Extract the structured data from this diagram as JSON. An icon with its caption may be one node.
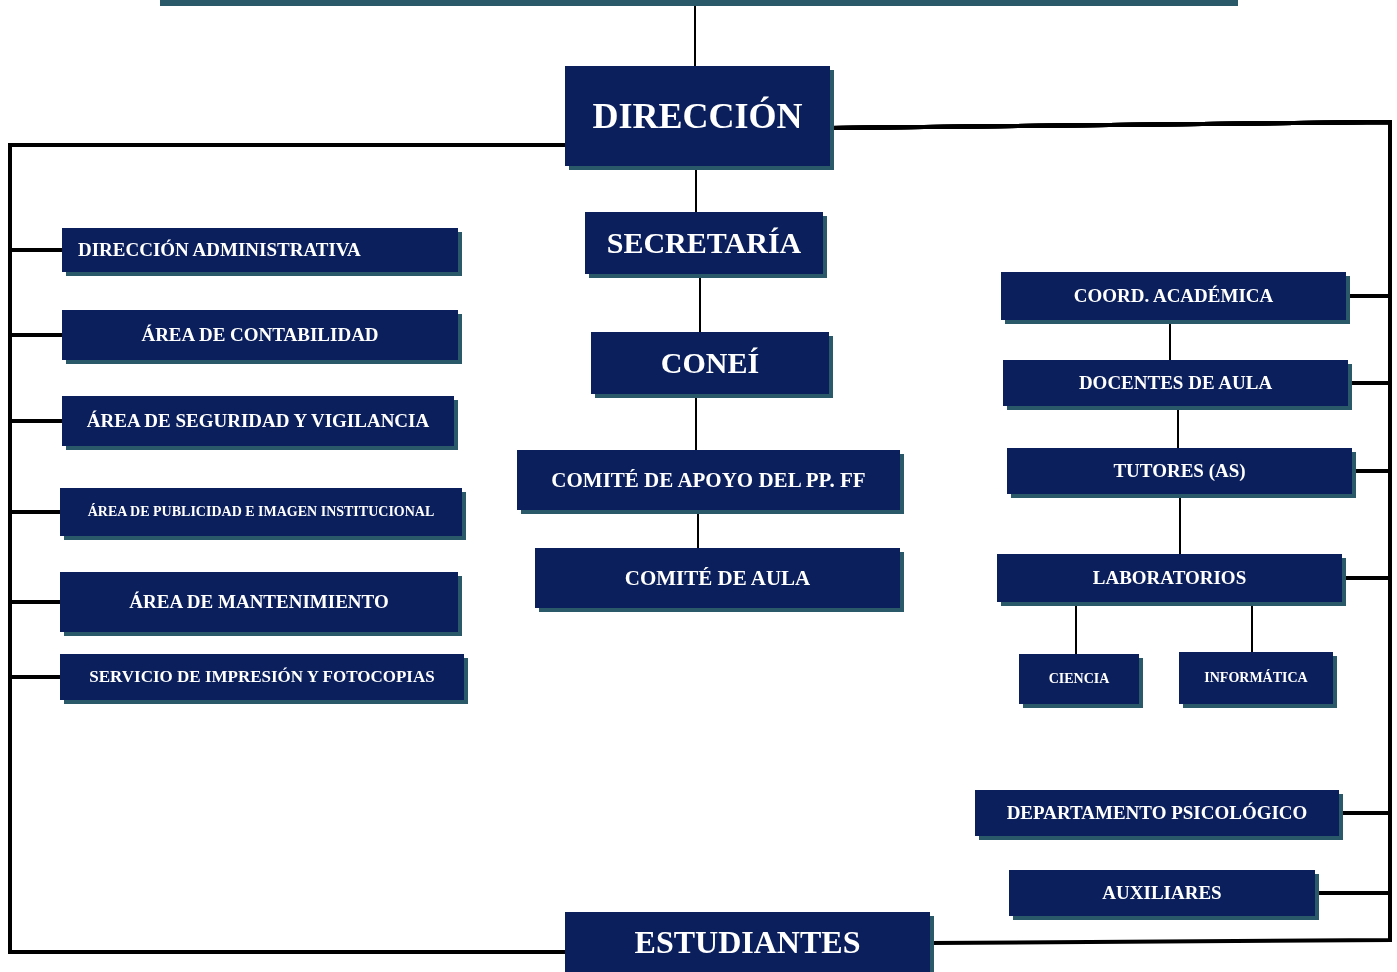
{
  "diagram": {
    "nodes": [
      {
        "text": [],
        "shape": "bar"
      },
      {
        "text": [
          "DIRECCIÓN"
        ]
      },
      {
        "text": [
          "DIRECCIÓN ADMINISTRATIVA"
        ]
      },
      {
        "text": [
          "ÁREA DE CONTABILIDAD"
        ]
      },
      {
        "text": [
          "ÁREA DE SEGURIDAD Y VIGILANCIA"
        ]
      },
      {
        "text": [
          "ÁREA DE PUBLICIDAD E IMAGEN INSTITUCIONAL"
        ]
      },
      {
        "text": [
          "ÁREA DE MANTENIMIENTO"
        ]
      },
      {
        "text": [
          "SERVICIO DE IMPRESIÓN Y FOTOCOPIAS"
        ]
      },
      {
        "text": [
          "SECRETARÍA"
        ]
      },
      {
        "text": [
          "CONEÍ"
        ]
      },
      {
        "text": [
          "COMITÉ DE APOYO DEL PP. FF"
        ]
      },
      {
        "text": [
          "COMITÉ DE AULA"
        ]
      },
      {
        "text": [
          "COORD. ACADÉMICA"
        ]
      },
      {
        "text": [
          "DOCENTES DE AULA"
        ]
      },
      {
        "text": [
          "TUTORES (AS)"
        ]
      },
      {
        "text": [
          "LABORATORIOS"
        ]
      },
      {
        "text": [
          "CIENCIA"
        ]
      },
      {
        "text": [
          "INFORMÁTICA"
        ]
      },
      {
        "text": [
          "DEPARTAMENTO PSICOLÓGICO"
        ]
      },
      {
        "text": [
          "AUXILIARES"
        ]
      },
      {
        "text": [
          "ESTUDIANTES"
        ]
      }
    ],
    "edges": [
      {
        "from": 0,
        "to": 1,
        "arrow": "none"
      },
      {
        "from": 1,
        "to": 8,
        "arrow": "none"
      },
      {
        "from": 8,
        "to": 9,
        "arrow": "none"
      },
      {
        "from": 9,
        "to": 10,
        "arrow": "none"
      },
      {
        "from": 10,
        "to": 11,
        "arrow": "none"
      },
      {
        "from": 1,
        "to": 2,
        "arrow": "none"
      },
      {
        "from": 1,
        "to": 3,
        "arrow": "none"
      },
      {
        "from": 1,
        "to": 4,
        "arrow": "none"
      },
      {
        "from": 1,
        "to": 5,
        "arrow": "none"
      },
      {
        "from": 1,
        "to": 6,
        "arrow": "none"
      },
      {
        "from": 1,
        "to": 7,
        "arrow": "none"
      },
      {
        "from": 1,
        "to": 20,
        "arrow": "none"
      },
      {
        "from": 1,
        "to": 12,
        "arrow": "none"
      },
      {
        "from": 1,
        "to": 13,
        "arrow": "none"
      },
      {
        "from": 1,
        "to": 14,
        "arrow": "none"
      },
      {
        "from": 1,
        "to": 15,
        "arrow": "none"
      },
      {
        "from": 1,
        "to": 18,
        "arrow": "none"
      },
      {
        "from": 1,
        "to": 19,
        "arrow": "none"
      },
      {
        "from": 1,
        "to": 20,
        "arrow": "none"
      },
      {
        "from": 12,
        "to": 13,
        "arrow": "none"
      },
      {
        "from": 13,
        "to": 14,
        "arrow": "none"
      },
      {
        "from": 14,
        "to": 15,
        "arrow": "none"
      },
      {
        "from": 15,
        "to": 16,
        "arrow": "none"
      },
      {
        "from": 15,
        "to": 17,
        "arrow": "none"
      }
    ]
  }
}
